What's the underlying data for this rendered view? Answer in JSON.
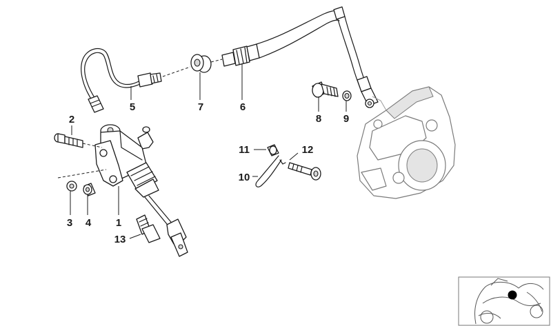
{
  "callouts": {
    "c1": "1",
    "c2": "2",
    "c3": "3",
    "c4": "4",
    "c5": "5",
    "c6": "6",
    "c7": "7",
    "c8": "8",
    "c9": "9",
    "c10": "10",
    "c11": "11",
    "c12": "12",
    "c13": "13"
  },
  "colors": {
    "line": "#1a1a1a",
    "caliper": "#7a7a7a",
    "marker": "#000000"
  },
  "thumbnail": {
    "icon": "motorcycle-locator-icon"
  }
}
